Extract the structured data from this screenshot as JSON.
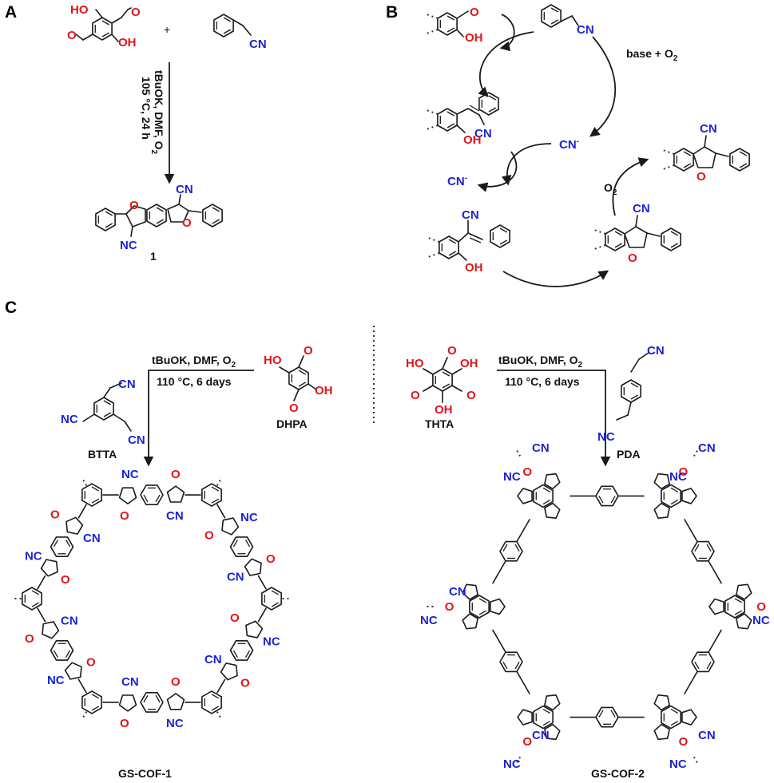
{
  "panels": {
    "a": "A",
    "b": "B",
    "c": "C"
  },
  "panel_a": {
    "plus": "+",
    "conditions_line1": "tBuOK, DMF, O",
    "conditions_sub1": "2",
    "conditions_line2": "105 °C, 24 h",
    "product_label": "1",
    "oh_labels": [
      "HO",
      "OH"
    ],
    "cn_labels": [
      "CN",
      "CN",
      "NC"
    ],
    "o_labels": [
      "O",
      "O",
      "O",
      "O"
    ]
  },
  "panel_b": {
    "base_label": "base + O",
    "base_sub": "2",
    "cn_anion_1": "CN",
    "cn_anion_2": "CN",
    "o2_label": "O",
    "o2_sub": "2",
    "oh_labels": [
      "OH",
      "OH",
      "OH"
    ],
    "cn_labels": [
      "CN",
      "CN",
      "CN",
      "CN",
      "CN"
    ],
    "o_labels": [
      "O",
      "O",
      "O"
    ]
  },
  "panel_c": {
    "left_conditions_1": "tBuOK, DMF, O",
    "left_conditions_sub": "2",
    "left_conditions_2": "110 °C, 6 days",
    "right_conditions_1": "tBuOK, DMF, O",
    "right_conditions_sub": "2",
    "right_conditions_2": "110 °C, 6 days",
    "btta_label": "BTTA",
    "dhpa_label": "DHPA",
    "thta_label": "THTA",
    "pda_label": "PDA",
    "cof1_label": "GS-COF-1",
    "cof2_label": "GS-COF-2"
  },
  "colors": {
    "nitrile": "#1a23d6",
    "oxygen": "#e0141a",
    "bond": "#1a1a1a"
  }
}
